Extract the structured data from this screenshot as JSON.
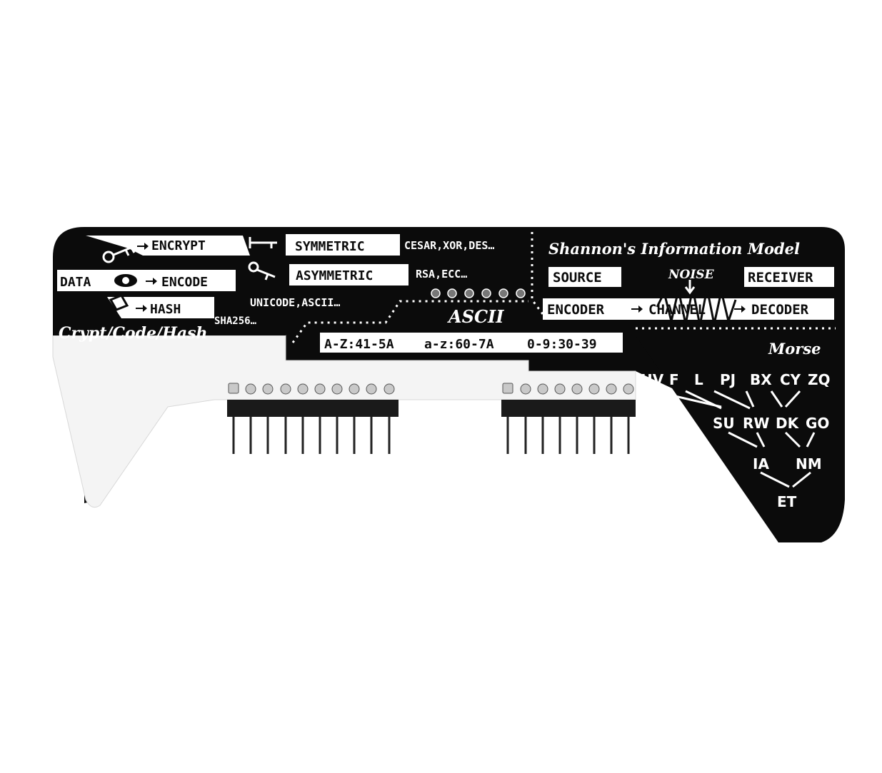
{
  "colors": {
    "board": "#0b0b0b",
    "silk": "#ffffff",
    "pcb_white": "#f4f4f4",
    "pad": "#c9c9c9",
    "pin": "#1a1a1a"
  },
  "crypt": {
    "data": "DATA",
    "encrypt": "ENCRYPT",
    "encode": "ENCODE",
    "hash": "HASH",
    "symmetric": "SYMMETRIC",
    "asymmetric": "ASYMMETRIC",
    "sym_examples": "CESAR,XOR,DES…",
    "asym_examples": "RSA,ECC…",
    "encode_examples": "UNICODE,ASCII…",
    "hash_examples": "SHA256…",
    "title": "Crypt/Code/Hash"
  },
  "ascii": {
    "title": "ASCII",
    "upper": "A-Z:41-5A",
    "lower": "a-z:60-7A",
    "digits": "0-9:30-39"
  },
  "shannon": {
    "title": "Shannon's Information Model",
    "source": "SOURCE",
    "noise": "NOISE",
    "receiver": "RECEIVER",
    "encoder": "ENCODER",
    "channel": "CHANNEL",
    "decoder": "DECODER"
  },
  "morse": {
    "title": "Morse",
    "row1": [
      "HV",
      "F",
      "L",
      "PJ",
      "BX",
      "CY",
      "ZQ"
    ],
    "row2": [
      "SU",
      "RW",
      "DK",
      "GO"
    ],
    "row3": [
      "IA",
      "NM"
    ],
    "row4": [
      "ET"
    ]
  },
  "icons": [
    "key-icon",
    "eye-icon",
    "hash-icon",
    "key-pair-icon",
    "arrow-right-icon"
  ]
}
